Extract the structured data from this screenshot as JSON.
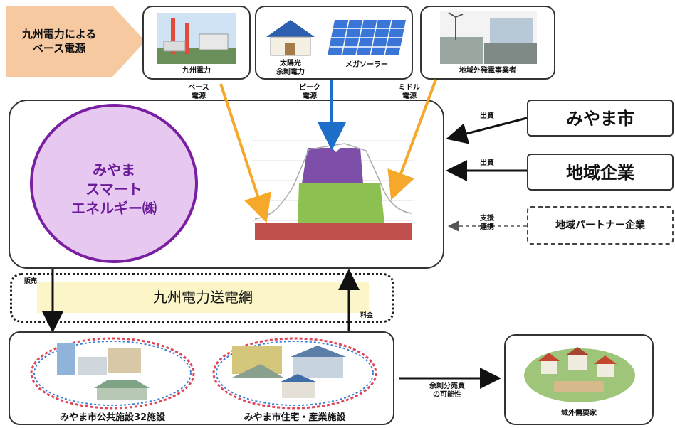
{
  "base_power": {
    "line1": "九州電力による",
    "line2": "ベース電源"
  },
  "suppliers": {
    "kyushu": "九州電力",
    "solar_surplus_line1": "太陽光",
    "solar_surplus_line2": "余剰電力",
    "mega_solar": "メガソーラー",
    "regional": "地域外発電事業者"
  },
  "source_labels": {
    "base_line1": "ベース",
    "base_line2": "電源",
    "peak_line1": "ピーク",
    "peak_line2": "電源",
    "middle_line1": "ミドル",
    "middle_line2": "電源"
  },
  "company": {
    "line1": "みやま",
    "line2": "スマート",
    "line3": "エネルギー㈱"
  },
  "investors": {
    "city": "みやま市",
    "local_companies": "地域企業",
    "partners": "地域パートナー企業",
    "invest1": "出資",
    "invest2": "出資",
    "support_line1": "支援",
    "support_line2": "連携"
  },
  "grid": {
    "title": "九州電力送電網",
    "sales": "販売",
    "fee": "料金"
  },
  "consumers": {
    "public": "みやま市公共施設32施設",
    "residential": "みやま市住宅・産業施設",
    "surplus_line1": "余剰分売買",
    "surplus_line2": "の可能性",
    "outside": "域外需要家"
  },
  "colors": {
    "base_arrow": "#f5a82a",
    "peak_arrow": "#1e6fc9",
    "company_circle": "#7a1fa2",
    "company_fill": "#e7c8f0",
    "purple_block": "#7d4fa8",
    "green_block": "#8cc152",
    "red_block": "#c0504d",
    "grid_band": "#fbf5c8",
    "highlight": "#f7c9a0"
  }
}
